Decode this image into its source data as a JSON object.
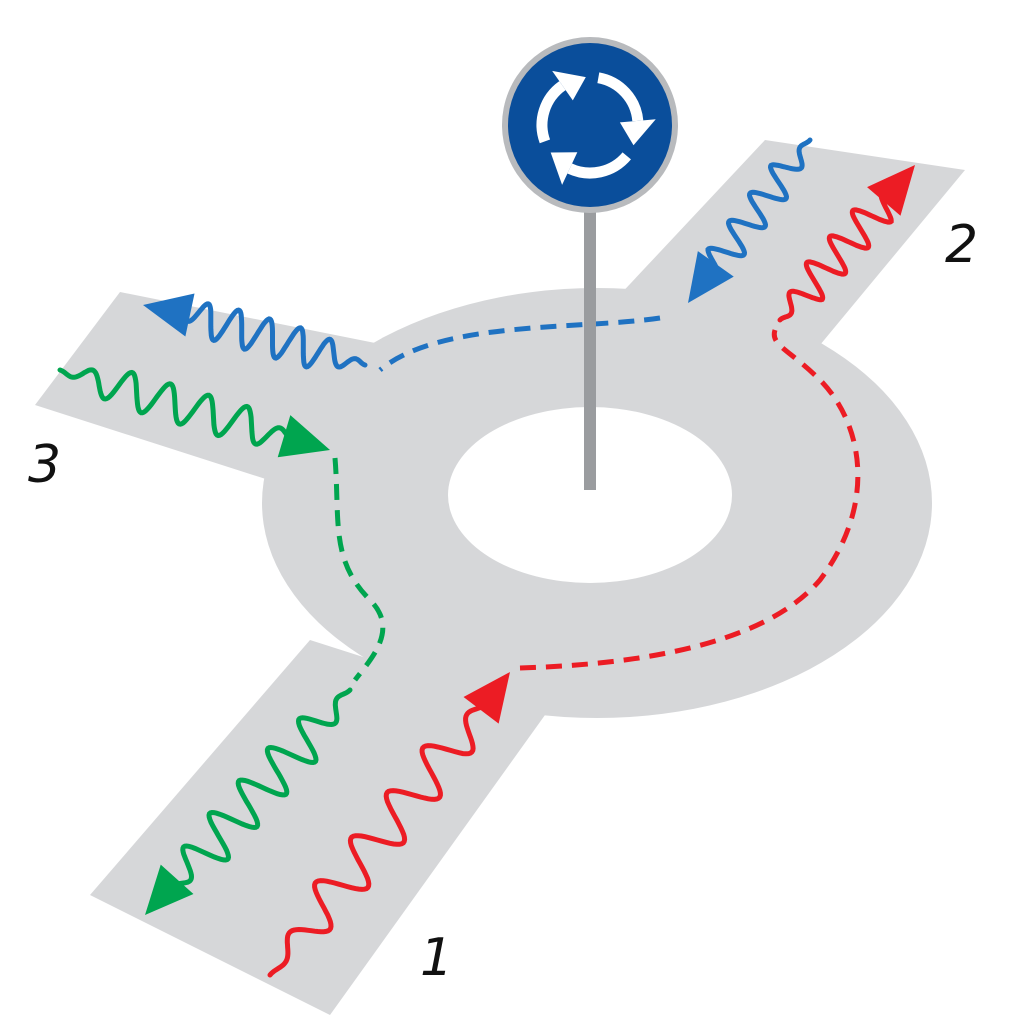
{
  "labels": {
    "port1": "1",
    "port2": "2",
    "port3": "3"
  },
  "colors": {
    "road": "#d6d7d9",
    "sign_blue": "#0a4e9b",
    "sign_border": "#b8babd",
    "pole": "#9a9c9f",
    "red": "#ec1c24",
    "blue": "#1f72c2",
    "green": "#00a54f"
  },
  "icons": {
    "sign": "roundabout-sign-icon"
  }
}
